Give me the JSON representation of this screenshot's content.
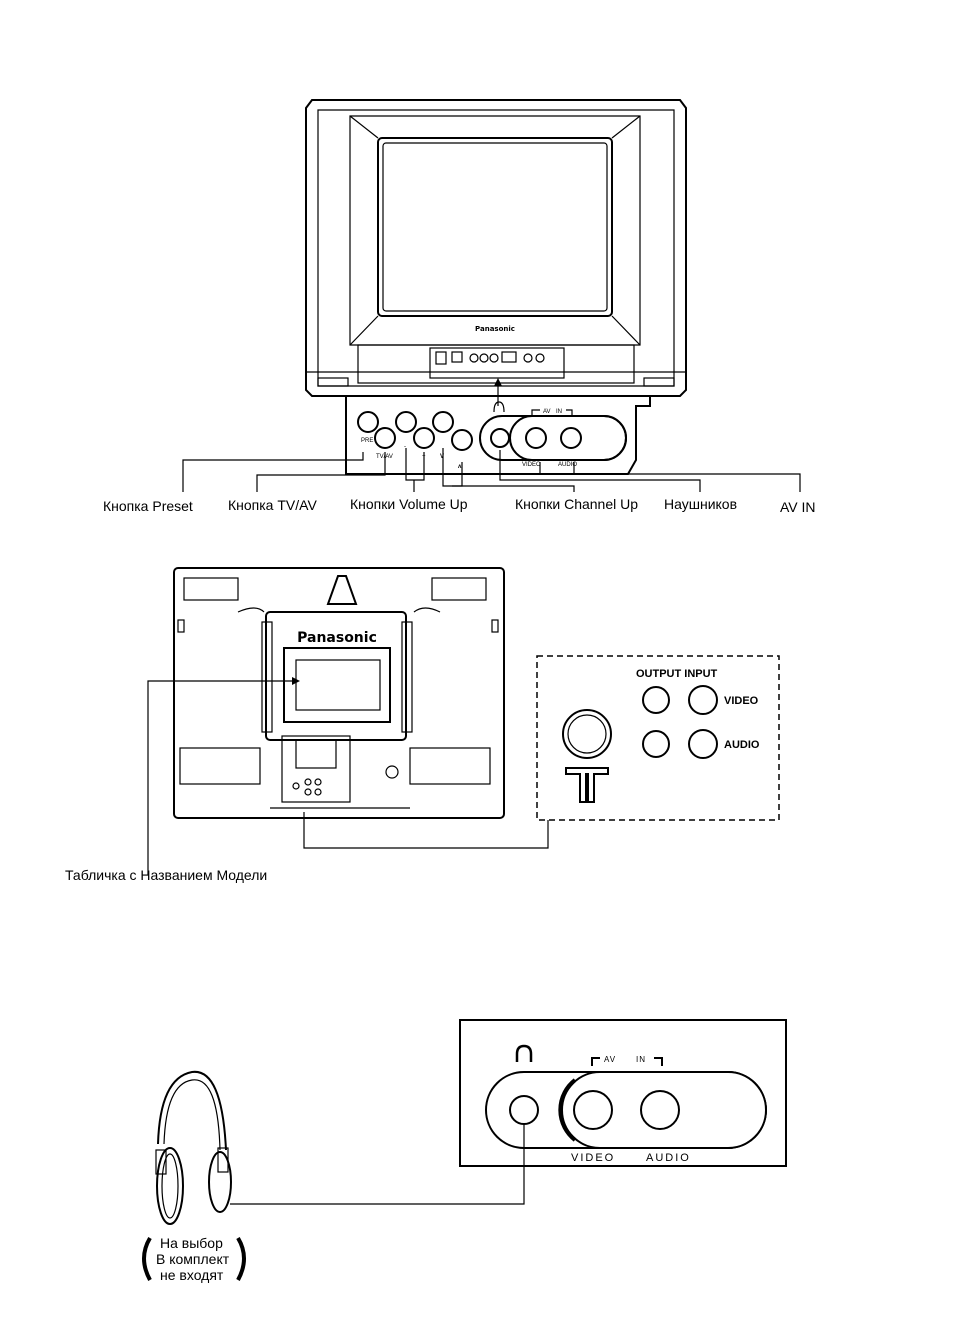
{
  "front": {
    "brand": "Panasonic",
    "panel": {
      "pre": "PRE",
      "tvav": "TV/AV",
      "minus": "-",
      "plus": "+",
      "down": "V",
      "up": "ʌ",
      "av": "AV",
      "in": "IN",
      "video": "VIDEO",
      "audio": "AUDIO"
    },
    "callouts": {
      "preset": "Кнопка Preset",
      "tvav": "Кнопка TV/AV",
      "volume": "Кнопки Volume Up",
      "channel": "Кнопки Channel Up",
      "headphones": "Наушников",
      "avin": "AV IN"
    }
  },
  "rear": {
    "brand": "Panasonic",
    "output_input": "OUTPUT  INPUT",
    "video": "VIDEO",
    "audio": "AUDIO",
    "model_plate": "Табличка с Названием Модели"
  },
  "headphone_section": {
    "av": "AV",
    "in": "IN",
    "video": "VIDEO",
    "audio": "AUDIO",
    "optional_1": "На выбор",
    "optional_2": "В комплект",
    "optional_3": "не входят"
  }
}
